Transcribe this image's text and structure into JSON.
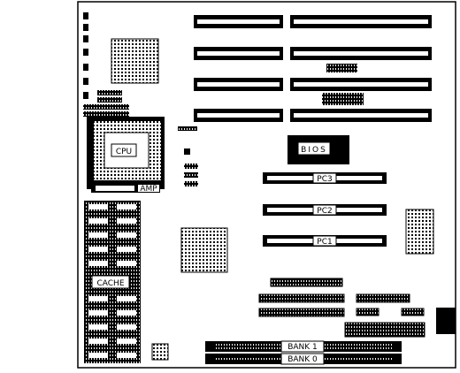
{
  "labels": {
    "cpu": "CPU",
    "amp": "AMP",
    "bios": "BIOS",
    "pci3": "PC3",
    "pci2": "PC2",
    "pci1": "PC1",
    "cache": "CACHE",
    "bank1": "BANK 1",
    "bank0": "BANK 0"
  },
  "colors": {
    "ink": "#000000",
    "paper": "#ffffff"
  }
}
